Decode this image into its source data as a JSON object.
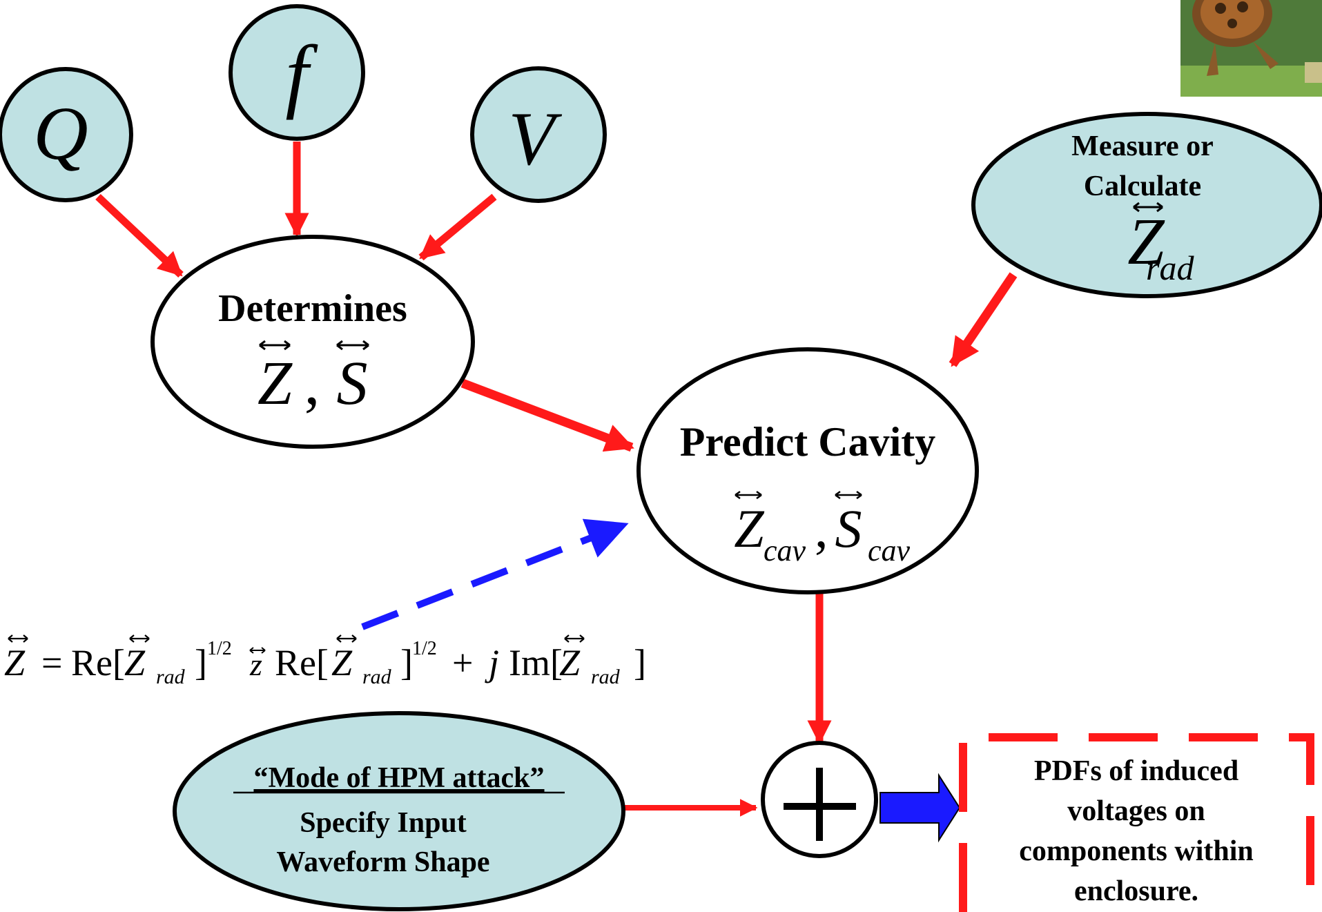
{
  "colors": {
    "node_fill": "#bfe1e3",
    "stroke": "#000000",
    "arrow_red": "#ff1a1a",
    "arrow_blue": "#1a1aff"
  },
  "nodes": {
    "q": "Q",
    "f": "f",
    "v": "V",
    "determines": {
      "title": "Determines",
      "z": "Z",
      "comma": ",",
      "s": "S"
    },
    "measure": {
      "line1": "Measure or",
      "line2": "Calculate",
      "z": "Z",
      "sub": "rad"
    },
    "predict": {
      "title": "Predict Cavity",
      "z": "Z",
      "sub1": "cav",
      "comma": ",",
      "s": "S",
      "sub2": "cav"
    },
    "mode": {
      "title": "“Mode of HPM attack”",
      "line1": "Specify Input",
      "line2": "Waveform Shape"
    },
    "sum_symbol": "+",
    "output": {
      "line1": "PDFs of induced",
      "line2": "voltages on",
      "line3": "components within",
      "line4": "enclosure."
    }
  },
  "formula": {
    "z": "Z",
    "eq": "=",
    "re1": "Re[",
    "zrad1": "Z",
    "rad1": "rad",
    "close1": "]",
    "pow1": "1/2",
    "zsmall": "z",
    "re2": "Re[",
    "zrad2": "Z",
    "rad2": "rad",
    "close2": "]",
    "pow2": "1/2",
    "plus": "+",
    "j": "j",
    "im": "Im[",
    "zrad3": "Z",
    "rad3": "rad",
    "close3": "]"
  },
  "photo": {
    "subject": "turtle"
  }
}
